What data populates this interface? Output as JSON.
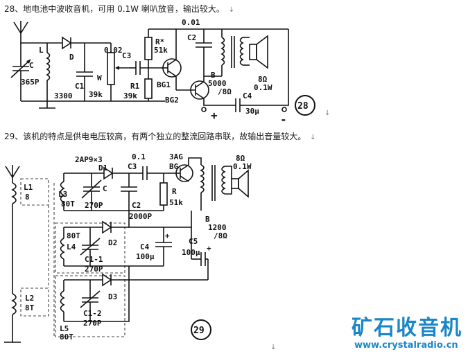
{
  "article": {
    "item28": {
      "caption": "28、地电池中波收音机，可用 0.1W 喇叭放音，输出较大。",
      "figure_number": "28",
      "labels": {
        "L": "L",
        "C": "C",
        "C_value": "365P",
        "D": "D",
        "C1": "C1",
        "C1_value": "3300",
        "W": "W",
        "W_value": "39k",
        "C3_top": "0.02",
        "C3": "C3",
        "R": "R*",
        "R_value": "51k",
        "R1": "R1",
        "R1_value": "39k",
        "BG1": "BG1",
        "BG2": "BG2",
        "C2_top": "0.01",
        "C2": "C2",
        "B": "B",
        "B_value": "5000",
        "B_ratio": "/8Ω",
        "spk_imp": "8Ω",
        "spk_pwr": "0.1W",
        "C4": "C4",
        "C4_value": "30μ",
        "plus": "+",
        "minus": "-"
      }
    },
    "item29": {
      "caption": "29、该机的特点是供电电压较高，有两个独立的整流回路串联，故输出音量较大。",
      "figure_number": "29",
      "labels": {
        "diode_spec": "2AP9×3",
        "D1": "D1",
        "C3_top": "0.1",
        "C3": "C3",
        "BG_type": "3AG",
        "BG": "BG",
        "spk_imp": "8Ω",
        "spk_pwr": "0.1W",
        "L1": "L1",
        "L1_turns": "8",
        "L3": "L3",
        "L3_turns": "80T",
        "C": "C",
        "C_value": "270P",
        "C2": "C2",
        "C2_value": "2000P",
        "R": "R",
        "R_value": "51k",
        "B": "B",
        "B_value": "1200",
        "B_ratio": "/8Ω",
        "L4_turns": "80T",
        "L4": "L4",
        "D2": "D2",
        "C1_1": "C1-1",
        "C1_1_value": "270P",
        "C4": "C4",
        "C4_value": "100μ",
        "C5": "C5",
        "C5_value": "100μ",
        "L2": "L2",
        "L2_turns": "8T",
        "D3": "D3",
        "C1_2": "C1-2",
        "C1_2_value": "270P",
        "L5": "L5",
        "L5_turns": "80T",
        "plus": "+"
      }
    }
  },
  "watermark": {
    "brand": "矿石收音机",
    "url": "www.crystalradio.cn"
  },
  "paragraph_mark": "↓"
}
